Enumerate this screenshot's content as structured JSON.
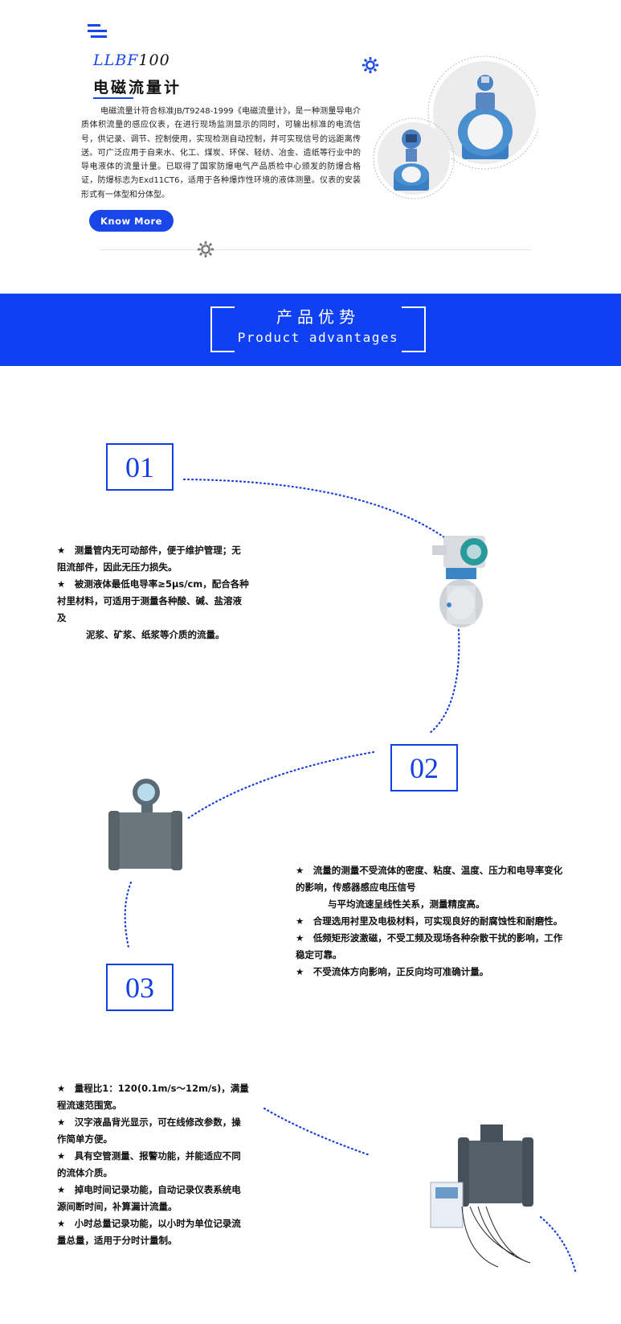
{
  "header": {
    "title_en_prefix": "LLBF",
    "title_en_suffix": "100",
    "title_cn": "电磁流量计",
    "intro": "电磁流量计符合标准JB/T9248-1999《电磁流量计》，是一种测量导电介质体积流量的感应仪表，在进行现场监测显示的同时，可输出标准的电流信号，供记录、调节、控制使用，实现检测自动控制，并可实现信号的远距离传送。可广泛应用于自来水、化工、煤炭、环保、轻纺、冶金、造纸等行业中的导电液体的流量计量。已取得了国家防爆电气产品质检中心颁发的防爆合格证，防爆标志为Exd11CT6，适用于各种爆炸性环境的液体测量。仪表的安装形式有一体型和分体型。",
    "know_more_label": "Know More"
  },
  "banner": {
    "title_cn": "产品优势",
    "title_en": "Product advantages",
    "background_color": "#0f41f2"
  },
  "sections": [
    {
      "number": "01",
      "lines": [
        "★　测量管内无可动部件，便于维护管理；无阻流部件，因此无压力损失。",
        "★　被测液体最低电导率≥5μs/cm，配合各种衬里材料，可适用于测量各种酸、碱、盐溶液及",
        "泥浆、矿浆、纸浆等介质的流量。"
      ]
    },
    {
      "number": "02",
      "lines": [
        "★　流量的测量不受流体的密度、粘度、温度、压力和电导率变化的影响，传感器感应电压信号",
        "与平均流速呈线性关系，测量精度高。",
        "★　合理选用衬里及电极材料，可实现良好的耐腐蚀性和耐磨性。",
        "★　低频矩形波激磁，不受工频及现场各种杂散干扰的影响，工作稳定可靠。",
        "★　不受流体方向影响，正反向均可准确计量。"
      ]
    },
    {
      "number": "03",
      "lines": [
        "★　量程比1：120(0.1m/s～12m/s)，满量程流速范围宽。",
        "★　汉字液晶背光显示，可在线修改参数，操作简单方便。",
        "★　具有空管测量、报警功能，并能适应不同的流体介质。",
        "★　掉电时间记录功能，自动记录仪表系统电源间断时间，补算漏计流量。",
        "★　小时总量记录功能，以小时为单位记录流量总量，适用于分时计量制。"
      ]
    }
  ],
  "icons": [
    "menu-icon",
    "gear-icon"
  ],
  "colors": {
    "accent": "#1846e8",
    "text": "#111111"
  }
}
